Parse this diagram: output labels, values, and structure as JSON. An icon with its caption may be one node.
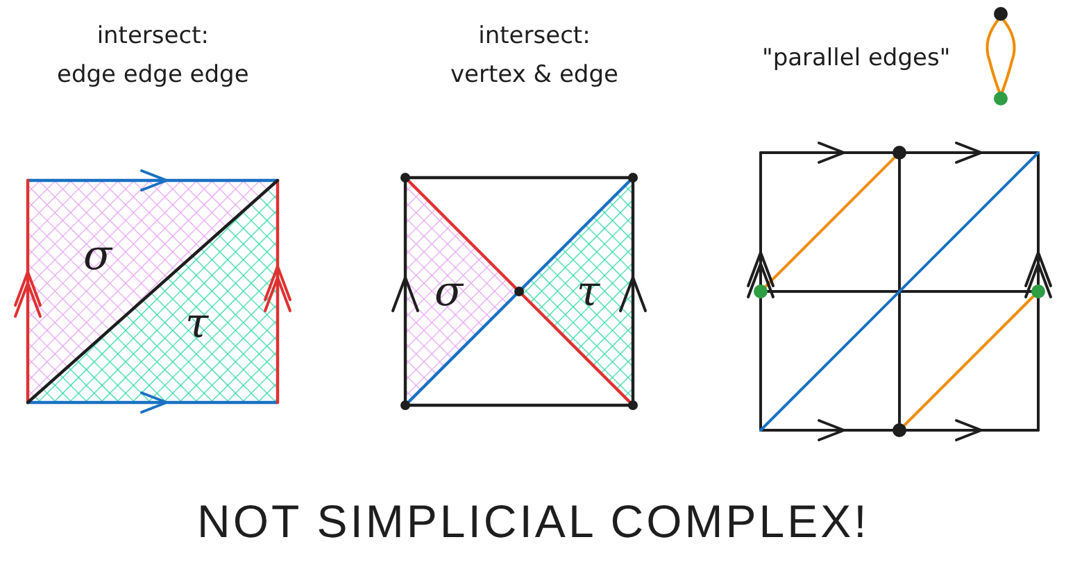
{
  "diagram": {
    "caption": "NOT SIMPLICIAL COMPLEX!",
    "labels": [
      "intersect: edge edge edge",
      "intersect: vertex & edge",
      "\"parallel edges\"",
      "σ",
      "τ",
      "σ",
      "τ"
    ]
  }
}
